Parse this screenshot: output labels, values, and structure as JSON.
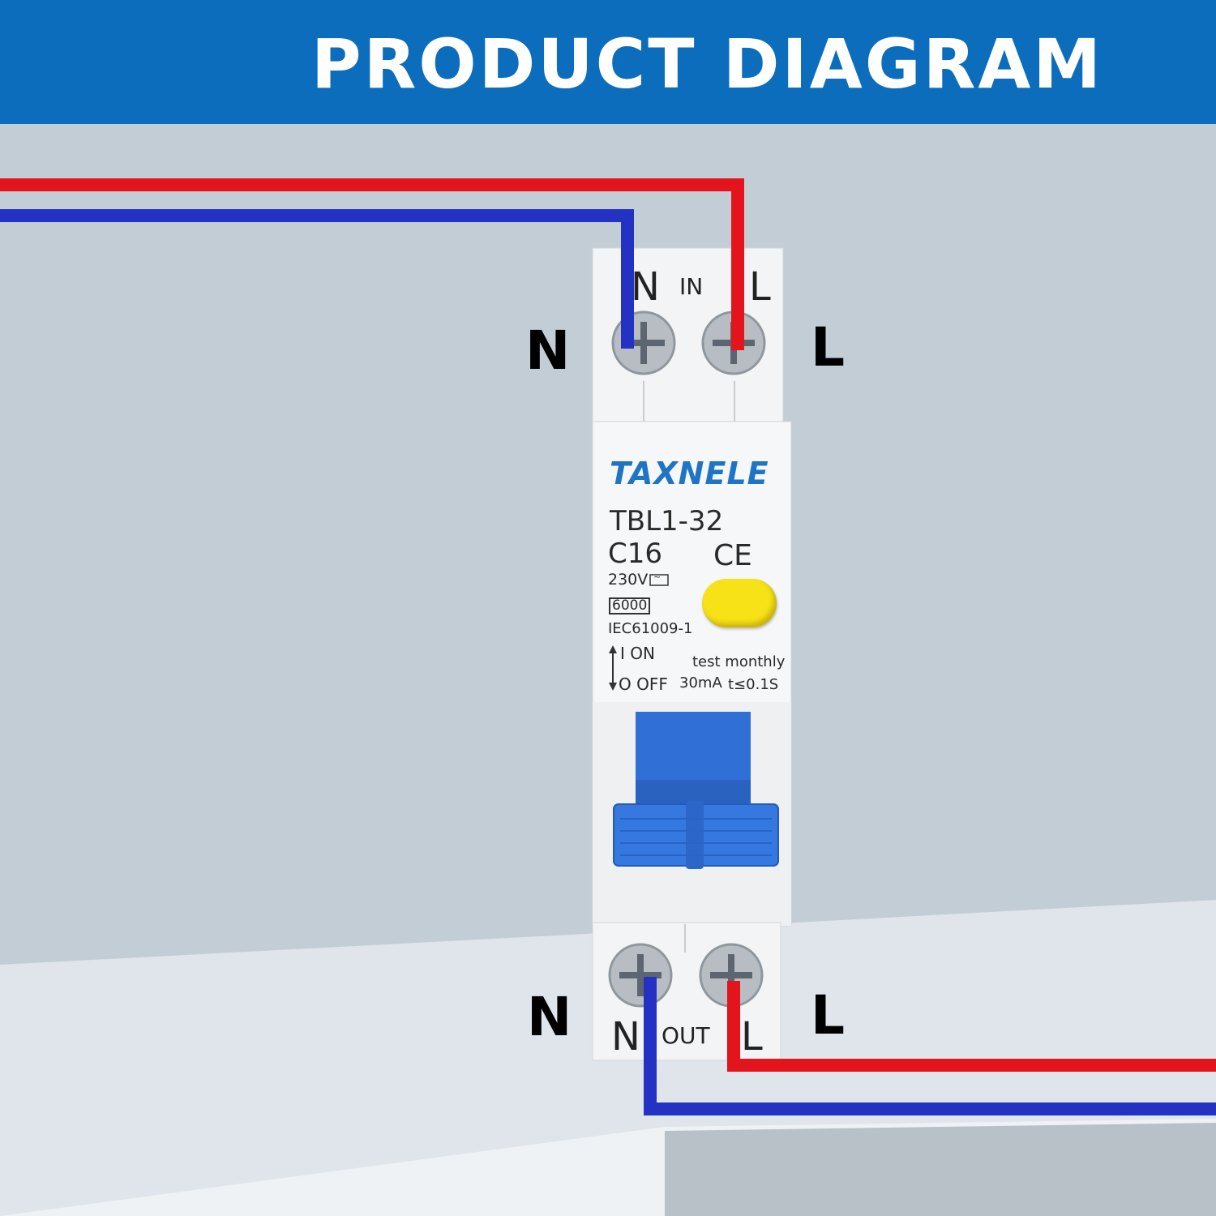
{
  "banner": {
    "title": "PRODUCT  DIAGRAM"
  },
  "labels": {
    "in_neutral": "N",
    "in_live": "L",
    "out_neutral": "N",
    "out_live": "L"
  },
  "device": {
    "in_terminals": {
      "n": "N",
      "in": "IN",
      "l": "L"
    },
    "out_terminals": {
      "n": "N",
      "out": "OUT",
      "l": "L"
    },
    "brand": "TAXNELE",
    "model": "TBL1-32",
    "rating": "C16",
    "cert_mark": "CE",
    "voltage": "230V",
    "voltage_symbol": "~",
    "breaking_capacity": "6000",
    "standard": "IEC61009-1",
    "on_label": "I ON",
    "off_label": "O OFF",
    "test_text": "test monthly",
    "residual_current": "30mA",
    "trip_time": "t≤0.1S"
  },
  "colors": {
    "banner": "#0b6dbb",
    "live_wire": "#e3141b",
    "neutral_wire": "#2432c4",
    "toggle": "#2f6fd6",
    "test_button": "#f7e117"
  }
}
